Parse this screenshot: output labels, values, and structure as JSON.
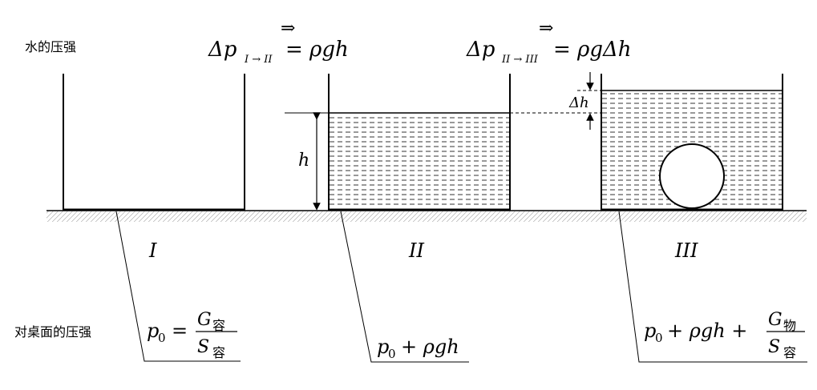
{
  "labels": {
    "water_pressure": "水的压强",
    "table_pressure": "对桌面的压强"
  },
  "arrow_symbol": "⇒",
  "transitions": {
    "first": {
      "delta": "Δp",
      "sub": "I → II",
      "rhs": "= ρgh"
    },
    "second": {
      "delta": "Δp",
      "sub": "II → III",
      "rhs": "= ρgΔh"
    }
  },
  "dimensions": {
    "h": "h",
    "delta_h": "Δh"
  },
  "containers": [
    {
      "id": "I",
      "label": "I"
    },
    {
      "id": "II",
      "label": "II"
    },
    {
      "id": "III",
      "label": "III"
    }
  ],
  "formulas": {
    "I": {
      "lhs_var": "p",
      "lhs_sub": "0",
      "eq": "=",
      "num_var": "G",
      "num_sub": "容",
      "den_var": "S",
      "den_sub": "容"
    },
    "II": {
      "var": "p",
      "sub": "0",
      "rest": "+ ρgh"
    },
    "III": {
      "var": "p",
      "sub": "0",
      "mid": "+ ρgh +",
      "num_var": "G",
      "num_sub": "物",
      "den_var": "S",
      "den_sub": "容"
    }
  },
  "colors": {
    "ink": "#000000",
    "water_line": "#333333"
  }
}
